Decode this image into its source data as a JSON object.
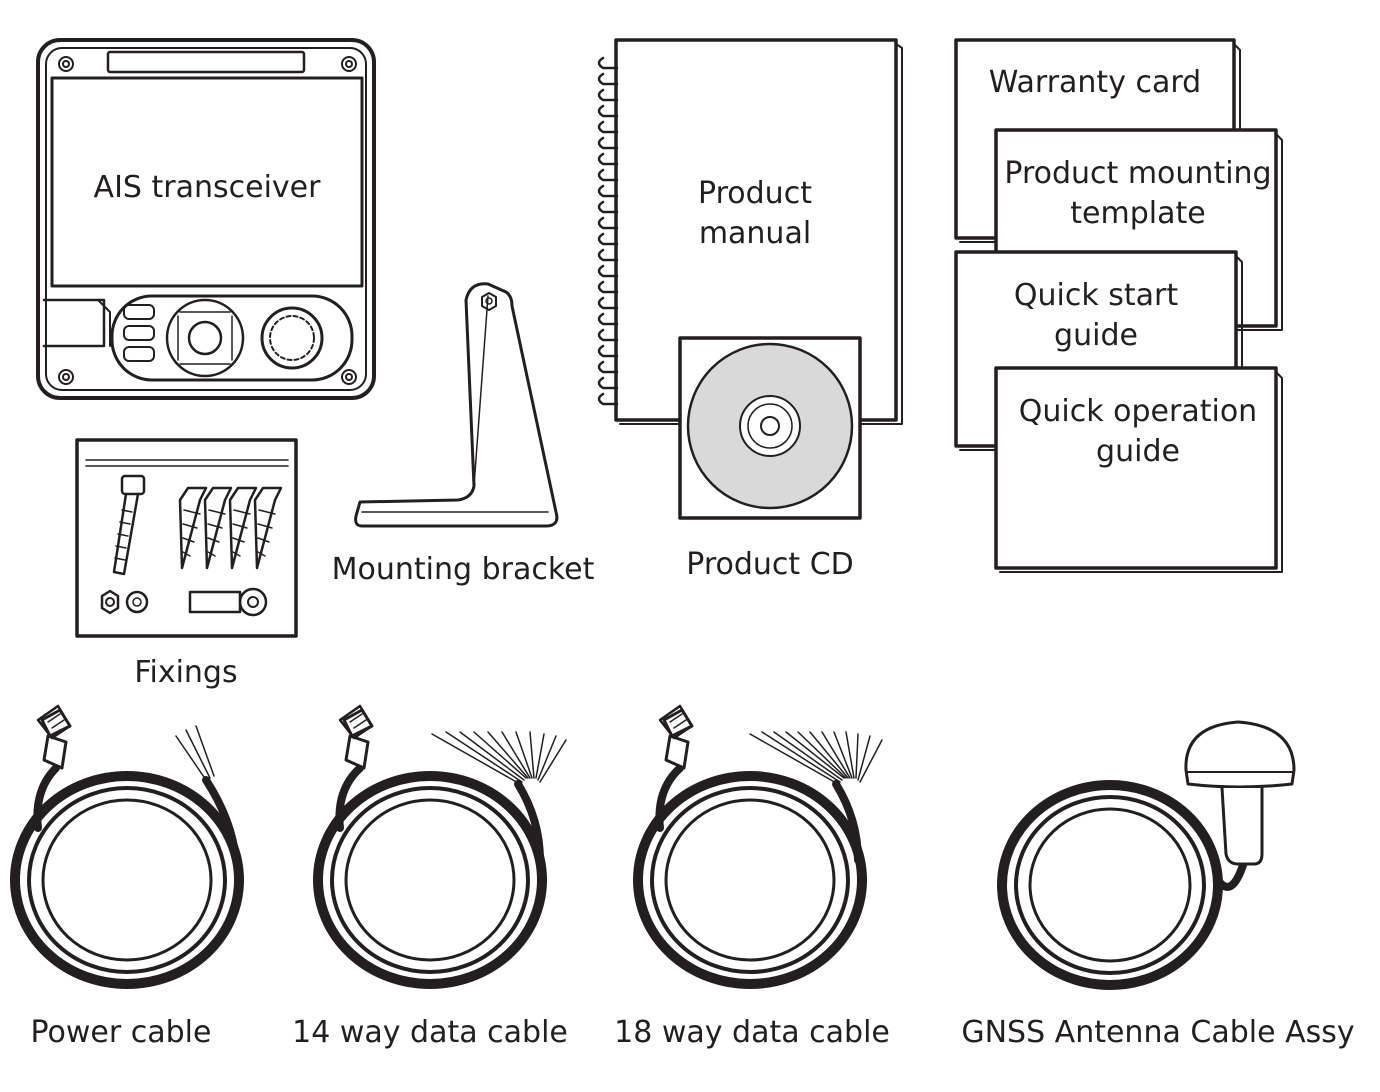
{
  "items": {
    "ais_transceiver": "AIS transceiver",
    "mounting_bracket": "Mounting bracket",
    "fixings": "Fixings",
    "product_manual": [
      "Product",
      "manual"
    ],
    "product_cd": "Product CD",
    "warranty_card": "Warranty card",
    "mounting_template": [
      "Product mounting",
      "template"
    ],
    "quick_start": [
      "Quick start",
      "guide"
    ],
    "quick_operation": [
      "Quick operation",
      "guide"
    ],
    "power_cable": "Power cable",
    "data_cable_14": "14 way data cable",
    "data_cable_18": "18 way data cable",
    "gnss_antenna": "GNSS Antenna Cable Assy"
  },
  "colors": {
    "line": "#231f20",
    "cd_disc": "#d9d9d9",
    "background": "#ffffff"
  },
  "icons": [
    "ais-transceiver-icon",
    "mounting-bracket-icon",
    "fixings-bag-icon",
    "product-manual-icon",
    "product-cd-icon",
    "document-card-icon",
    "power-cable-icon",
    "data-cable-icon",
    "gnss-antenna-icon"
  ]
}
